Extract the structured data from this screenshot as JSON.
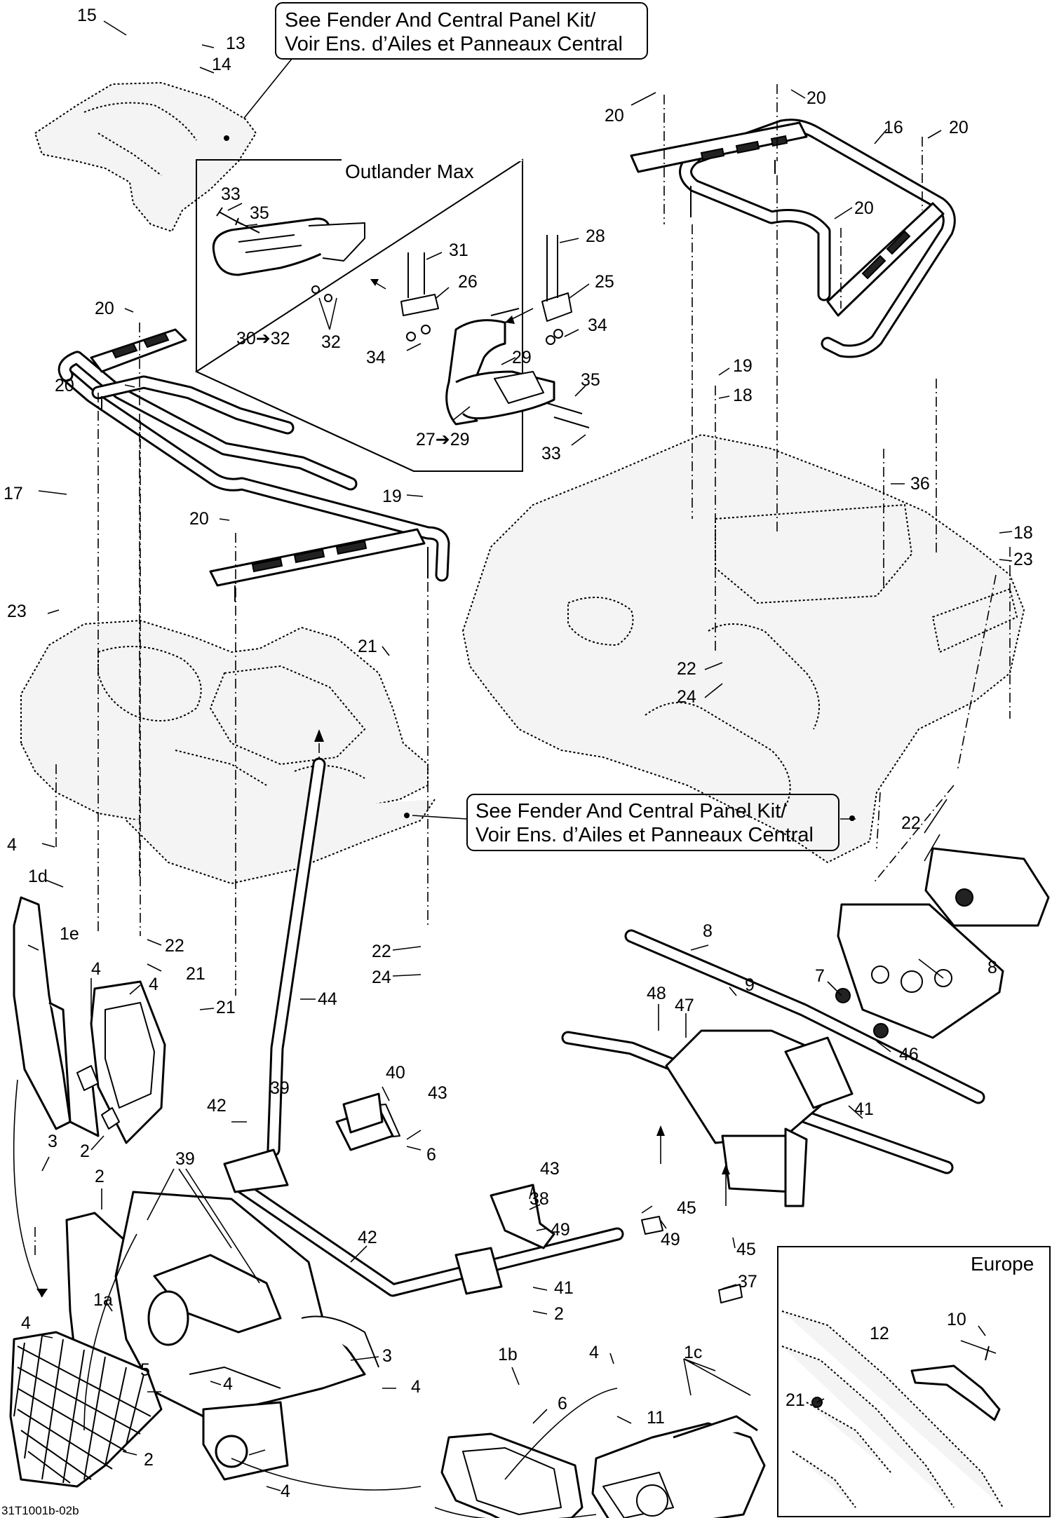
{
  "diagram_code": "31T1001b-02b",
  "references": {
    "top": "See Fender And Central Panel Kit/\nVoir Ens. d’Ailes et Panneaux Central",
    "middle": "See Fender And Central Panel Kit/\nVoir Ens. d’Ailes et Panneaux Central"
  },
  "insets": {
    "outlander_max": "Outlander Max",
    "europe": "Europe"
  },
  "callouts": [
    "15",
    "13",
    "14",
    "20",
    "20",
    "16",
    "20",
    "20",
    "33",
    "35",
    "31",
    "28",
    "26",
    "25",
    "34",
    "34",
    "30➔32",
    "32",
    "29",
    "35",
    "27➔29",
    "33",
    "19",
    "18",
    "36",
    "17",
    "20",
    "20",
    "20",
    "19",
    "18",
    "23",
    "23",
    "21",
    "22",
    "24",
    "4",
    "1d",
    "1e",
    "4",
    "4",
    "21",
    "22",
    "21",
    "22",
    "24",
    "44",
    "8",
    "7",
    "8",
    "46",
    "48",
    "47",
    "9",
    "41",
    "42",
    "39",
    "40",
    "43",
    "6",
    "2",
    "3",
    "2",
    "39",
    "43",
    "38",
    "49",
    "45",
    "49",
    "45",
    "37",
    "42",
    "41",
    "2",
    "1a",
    "3",
    "4",
    "4",
    "4",
    "5",
    "2",
    "4",
    "1b",
    "6",
    "4",
    "1c",
    "11",
    "10",
    "12",
    "21",
    "22"
  ]
}
